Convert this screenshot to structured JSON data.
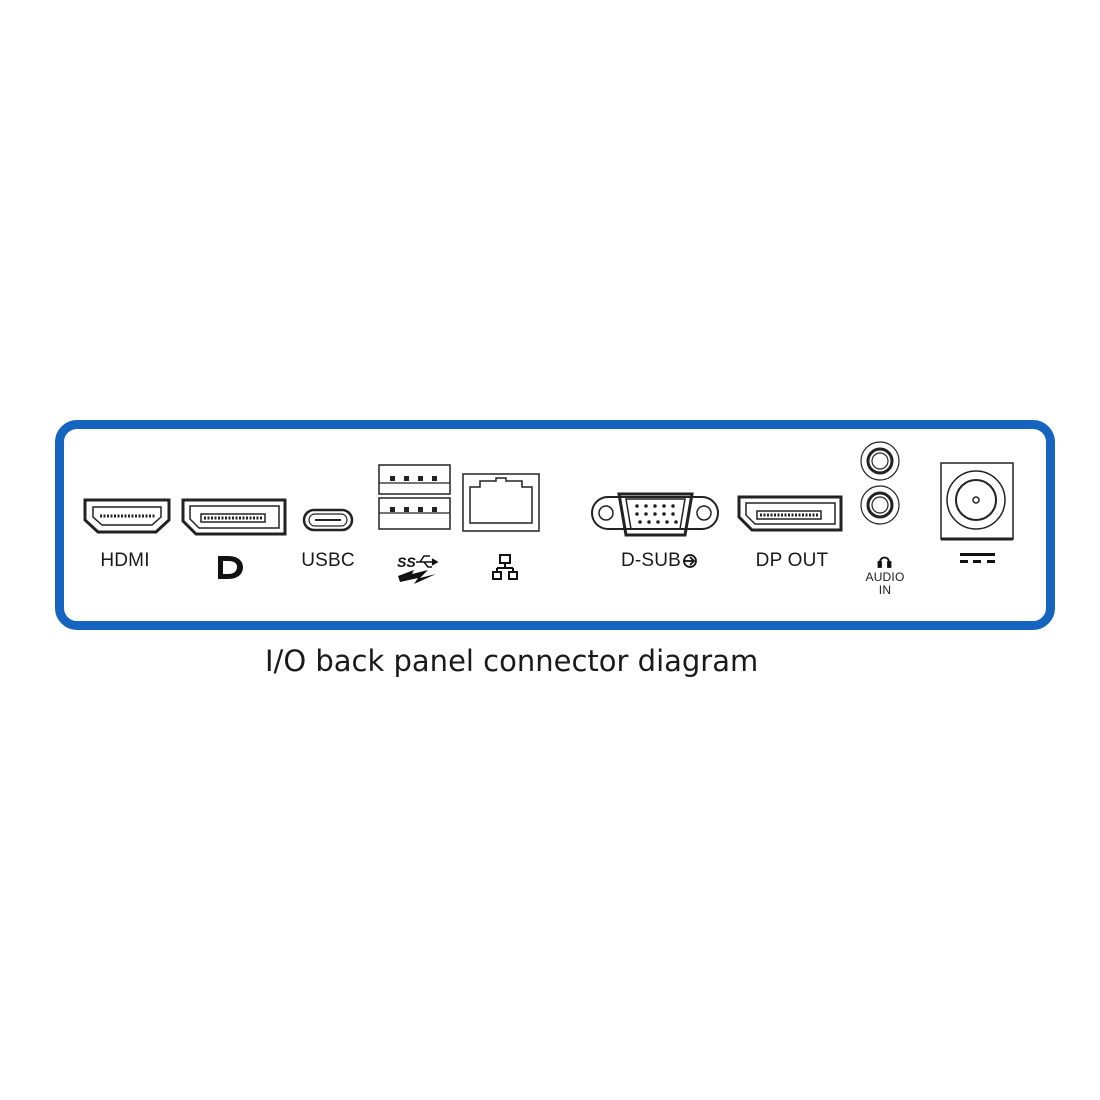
{
  "diagram": {
    "caption": "I/O back panel connector diagram",
    "accent_color": "#1565c0",
    "connectors": [
      {
        "id": "hdmi",
        "label": "HDMI",
        "icon": "hdmi-port-icon"
      },
      {
        "id": "dp",
        "label": "",
        "icon": "displayport-logo-icon"
      },
      {
        "id": "usbc",
        "label": "USBC",
        "icon": "usb-c-port-icon"
      },
      {
        "id": "usb",
        "label": "",
        "icon": "usb-superspeed-charging-icon"
      },
      {
        "id": "lan",
        "label": "",
        "icon": "network-icon"
      },
      {
        "id": "dsub",
        "label": "D-SUB",
        "icon": "vga-port-icon"
      },
      {
        "id": "dpout",
        "label": "DP OUT",
        "icon": "displayport-out-icon"
      },
      {
        "id": "audio",
        "label": "AUDIO IN",
        "icon": "headphone-icon"
      },
      {
        "id": "power",
        "label": "",
        "icon": "dc-power-icon"
      }
    ]
  }
}
